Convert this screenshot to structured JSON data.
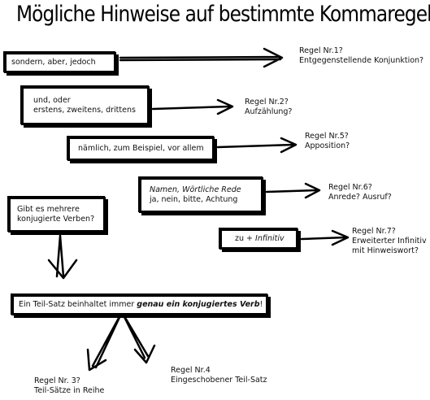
{
  "title": "Mögliche Hinweise auf bestimmte Kommaregeln",
  "boxes": {
    "sondern": "sondern, aber, jedoch",
    "und_line1": "und, oder",
    "und_line2": "erstens, zweitens, drittens",
    "naemlich": "nämlich, zum Beispiel, vor allem",
    "namen_line1": "Namen, Wörtliche Rede",
    "namen_line2": "ja, nein, bitte, Achtung",
    "zu_prefix": "zu + ",
    "zu_infinitiv": "Infinitiv",
    "verben_line1": "Gibt es mehrere",
    "verben_line2": "konjugierte Verben?",
    "teilsatz_prefix": "Ein Teil-Satz beinhaltet immer ",
    "teilsatz_emph": "genau ein konjugiertes Verb",
    "teilsatz_suffix": "!"
  },
  "rules": {
    "r1_line1": "Regel Nr.1?",
    "r1_line2": "Entgegenstellende Konjunktion?",
    "r2_line1": "Regel Nr.2?",
    "r2_line2": "Aufzählung?",
    "r5_line1": "Regel Nr.5?",
    "r5_line2": "Apposition?",
    "r6_line1": "Regel Nr.6?",
    "r6_line2": "Anrede? Ausruf?",
    "r7_line1": "Regel Nr.7?",
    "r7_line2": "Erweiterter Infinitiv",
    "r7_line3": "mit Hinweiswort?",
    "r3_line1": "Regel Nr. 3?",
    "r3_line2": "Teil-Sätze in Reihe",
    "r4_line1": "Regel Nr.4",
    "r4_line2": "Eingeschobener Teil-Satz"
  }
}
